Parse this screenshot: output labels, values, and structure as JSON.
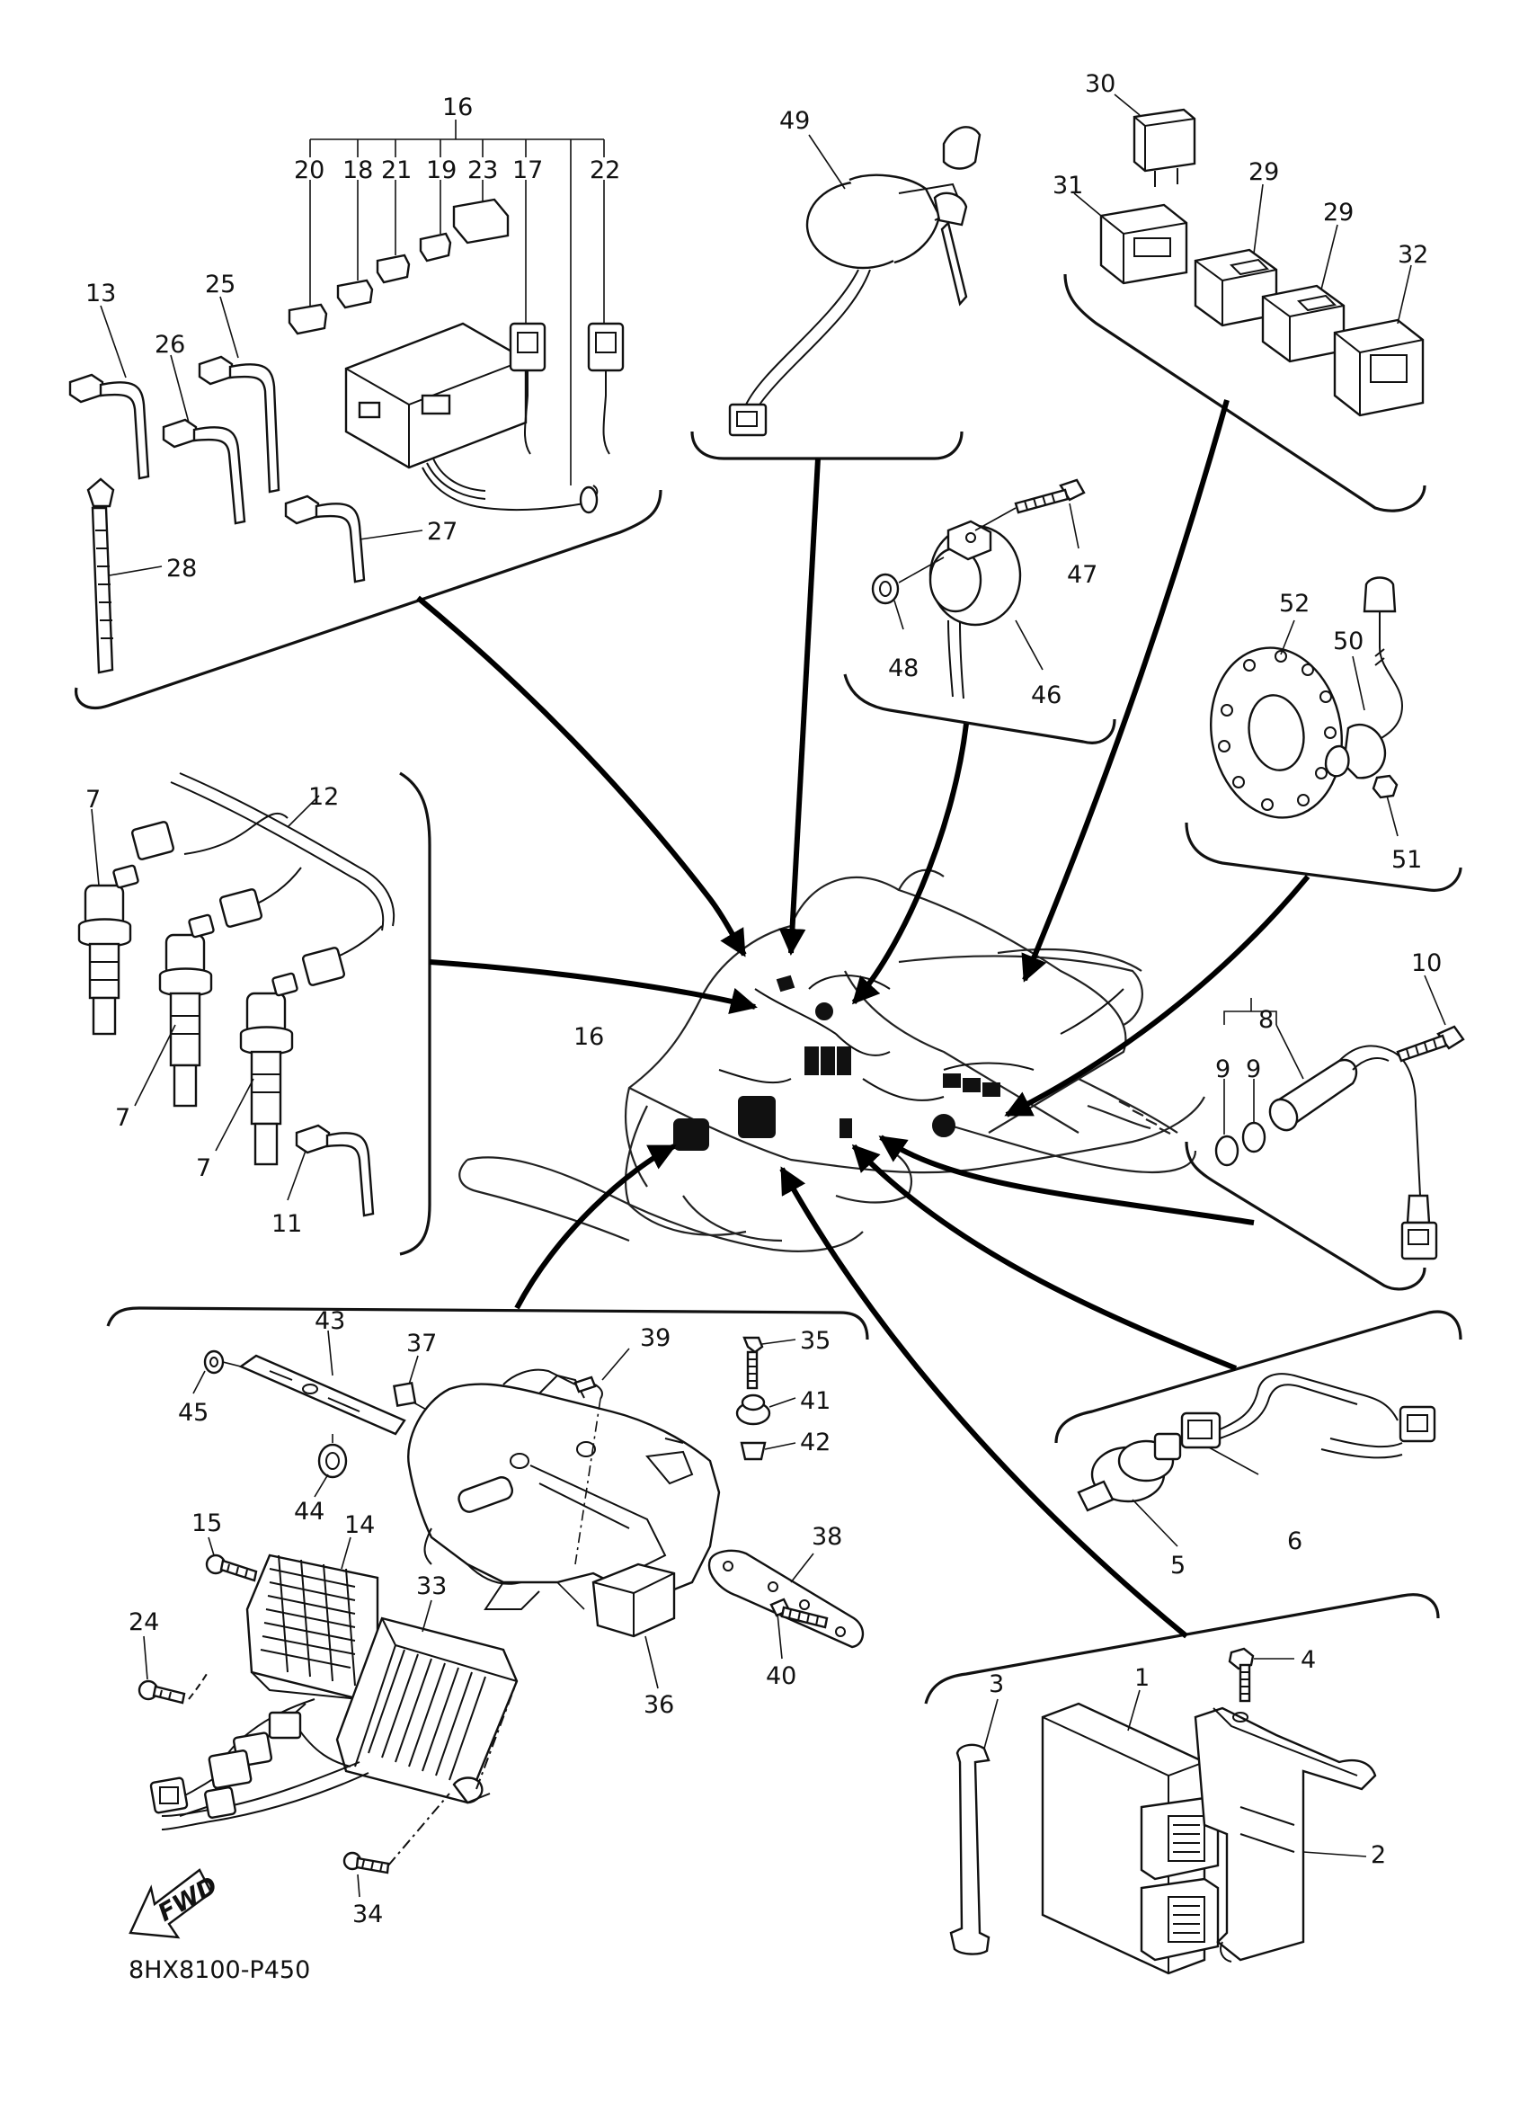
{
  "figure_code": "8HX8100-P450",
  "direction_label": "FWD",
  "callouts": {
    "c1": "1",
    "c2": "2",
    "c3": "3",
    "c4": "4",
    "c5": "5",
    "c6": "6",
    "c7a": "7",
    "c7b": "7",
    "c7c": "7",
    "c8": "8",
    "c9a": "9",
    "c9b": "9",
    "c10": "10",
    "c11": "11",
    "c12": "12",
    "c13": "13",
    "c14": "14",
    "c15": "15",
    "c16a": "16",
    "c16b": "16",
    "c17": "17",
    "c18": "18",
    "c19": "19",
    "c20": "20",
    "c21": "21",
    "c22": "22",
    "c23": "23",
    "c24": "24",
    "c25": "25",
    "c26": "26",
    "c27": "27",
    "c28": "28",
    "c29a": "29",
    "c29b": "29",
    "c30": "30",
    "c31": "31",
    "c32": "32",
    "c33": "33",
    "c34": "34",
    "c35": "35",
    "c36": "36",
    "c37": "37",
    "c38": "38",
    "c39": "39",
    "c40": "40",
    "c41": "41",
    "c42": "42",
    "c43": "43",
    "c44": "44",
    "c45": "45",
    "c46": "46",
    "c47": "47",
    "c48": "48",
    "c49": "49",
    "c50": "50",
    "c51": "51",
    "c52": "52"
  }
}
